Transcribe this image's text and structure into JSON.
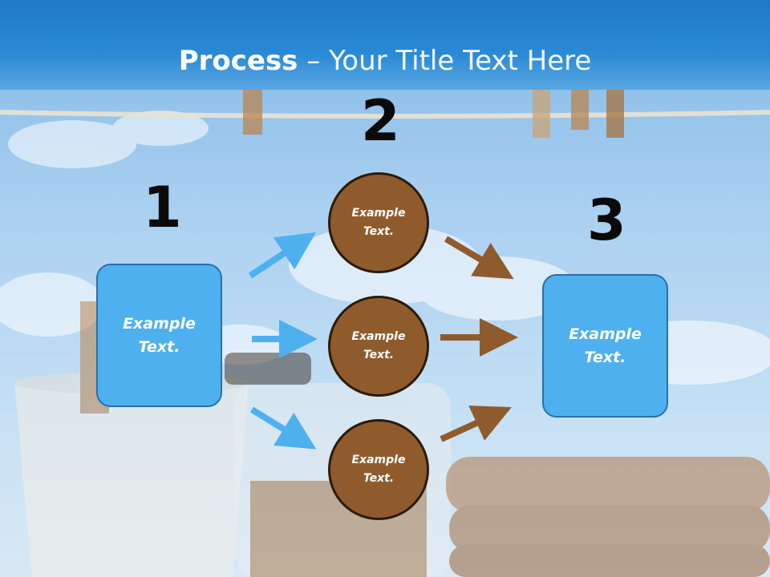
{
  "slide": {
    "title_bold": "Process",
    "title_rest": " – Your Title Text Here"
  },
  "steps": {
    "step1": {
      "number": "1",
      "text_line1": "Example",
      "text_line2": "Text."
    },
    "step2": {
      "number": "2"
    },
    "step3": {
      "number": "3",
      "text_line1": "Example",
      "text_line2": "Text."
    }
  },
  "circles": [
    {
      "line1": "Example",
      "line2": "Text."
    },
    {
      "line1": "Example",
      "line2": "Text."
    },
    {
      "line1": "Example",
      "line2": "Text."
    }
  ],
  "colors": {
    "header_blue": "#1f78c8",
    "box_blue": "#4fb0f0",
    "circle_brown": "#8f5b2c",
    "arrow_blue": "#4fb0f0",
    "arrow_brown": "#8f5b2c"
  }
}
